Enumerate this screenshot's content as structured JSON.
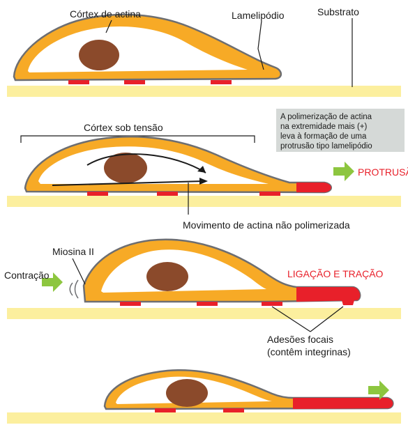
{
  "panel1": {
    "label_cortex": "Córtex de actina",
    "label_lamellipodium": "Lamelipódio",
    "label_substrate": "Substrato"
  },
  "panel2": {
    "label_cortex_tension": "Córtex sob tensão",
    "note_lines": [
      "A polimerização de actina",
      "na extremidade mais (+)",
      "leva à formação de uma",
      "protrusão tipo lamelipódio"
    ],
    "label_protrusion": "PROTRUSÃO",
    "label_actin_movement": "Movimento de actina não polimerizada"
  },
  "panel3": {
    "label_myosin": "Miosina II",
    "label_contraction": "Contração",
    "label_attachment": "LIGAÇÃO E TRAÇÃO",
    "label_focal_adhesions": "Adesões focais",
    "label_integrins": "(contêm integrinas)"
  },
  "colors": {
    "substrate": "#fcef9e",
    "cortex": "#f7aa26",
    "membrane": "#6d6e71",
    "nucleus": "#8b4a2b",
    "polymerizing_actin": "#e8202a",
    "arrow": "#8dc63f",
    "note_box": "#d5d9d7"
  }
}
